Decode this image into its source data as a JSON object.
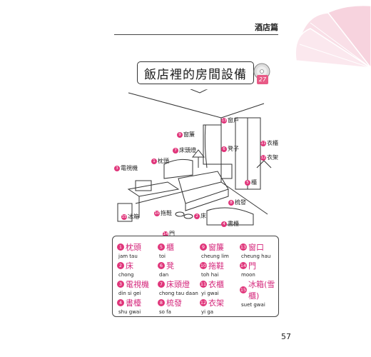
{
  "header": {
    "section": "酒店篇"
  },
  "title": "飯店裡的房間設備",
  "track": "27",
  "illustration": {
    "labels": [
      {
        "n": "1",
        "text": "枕頭"
      },
      {
        "n": "2",
        "text": "床"
      },
      {
        "n": "3",
        "text": "電視機"
      },
      {
        "n": "4",
        "text": "書檯"
      },
      {
        "n": "5",
        "text": "櫃"
      },
      {
        "n": "6",
        "text": "凳子"
      },
      {
        "n": "7",
        "text": "床頭燈"
      },
      {
        "n": "8",
        "text": "梳發"
      },
      {
        "n": "9",
        "text": "窗簾"
      },
      {
        "n": "10",
        "text": "拖鞋"
      },
      {
        "n": "11",
        "text": "衣櫃"
      },
      {
        "n": "12",
        "text": "衣架"
      },
      {
        "n": "13",
        "text": "窗戶"
      },
      {
        "n": "14",
        "text": "門"
      },
      {
        "n": "15",
        "text": "冰箱"
      }
    ]
  },
  "vocab": [
    {
      "n": "1",
      "zh": "枕頭",
      "rom": "jam tau"
    },
    {
      "n": "5",
      "zh": "櫃",
      "rom": "toi"
    },
    {
      "n": "9",
      "zh": "窗簾",
      "rom": "cheung lim"
    },
    {
      "n": "13",
      "zh": "窗口",
      "rom": "cheung hau"
    },
    {
      "n": "2",
      "zh": "床",
      "rom": "chong"
    },
    {
      "n": "6",
      "zh": "凳",
      "rom": "dan"
    },
    {
      "n": "10",
      "zh": "拖鞋",
      "rom": "toh hai"
    },
    {
      "n": "14",
      "zh": "門",
      "rom": "moon"
    },
    {
      "n": "3",
      "zh": "電視機",
      "rom": "din si gei"
    },
    {
      "n": "7",
      "zh": "床頭燈",
      "rom": "chong tau daan"
    },
    {
      "n": "11",
      "zh": "衣櫃",
      "rom": "yi gwai"
    },
    {
      "n": "15",
      "zh": "冰箱(雪櫃)",
      "rom": "suet gwai"
    },
    {
      "n": "4",
      "zh": "書檯",
      "rom": "shu gwai"
    },
    {
      "n": "8",
      "zh": "梳發",
      "rom": "so fa"
    },
    {
      "n": "12",
      "zh": "衣架",
      "rom": "yi ga"
    }
  ],
  "page_number": "57"
}
